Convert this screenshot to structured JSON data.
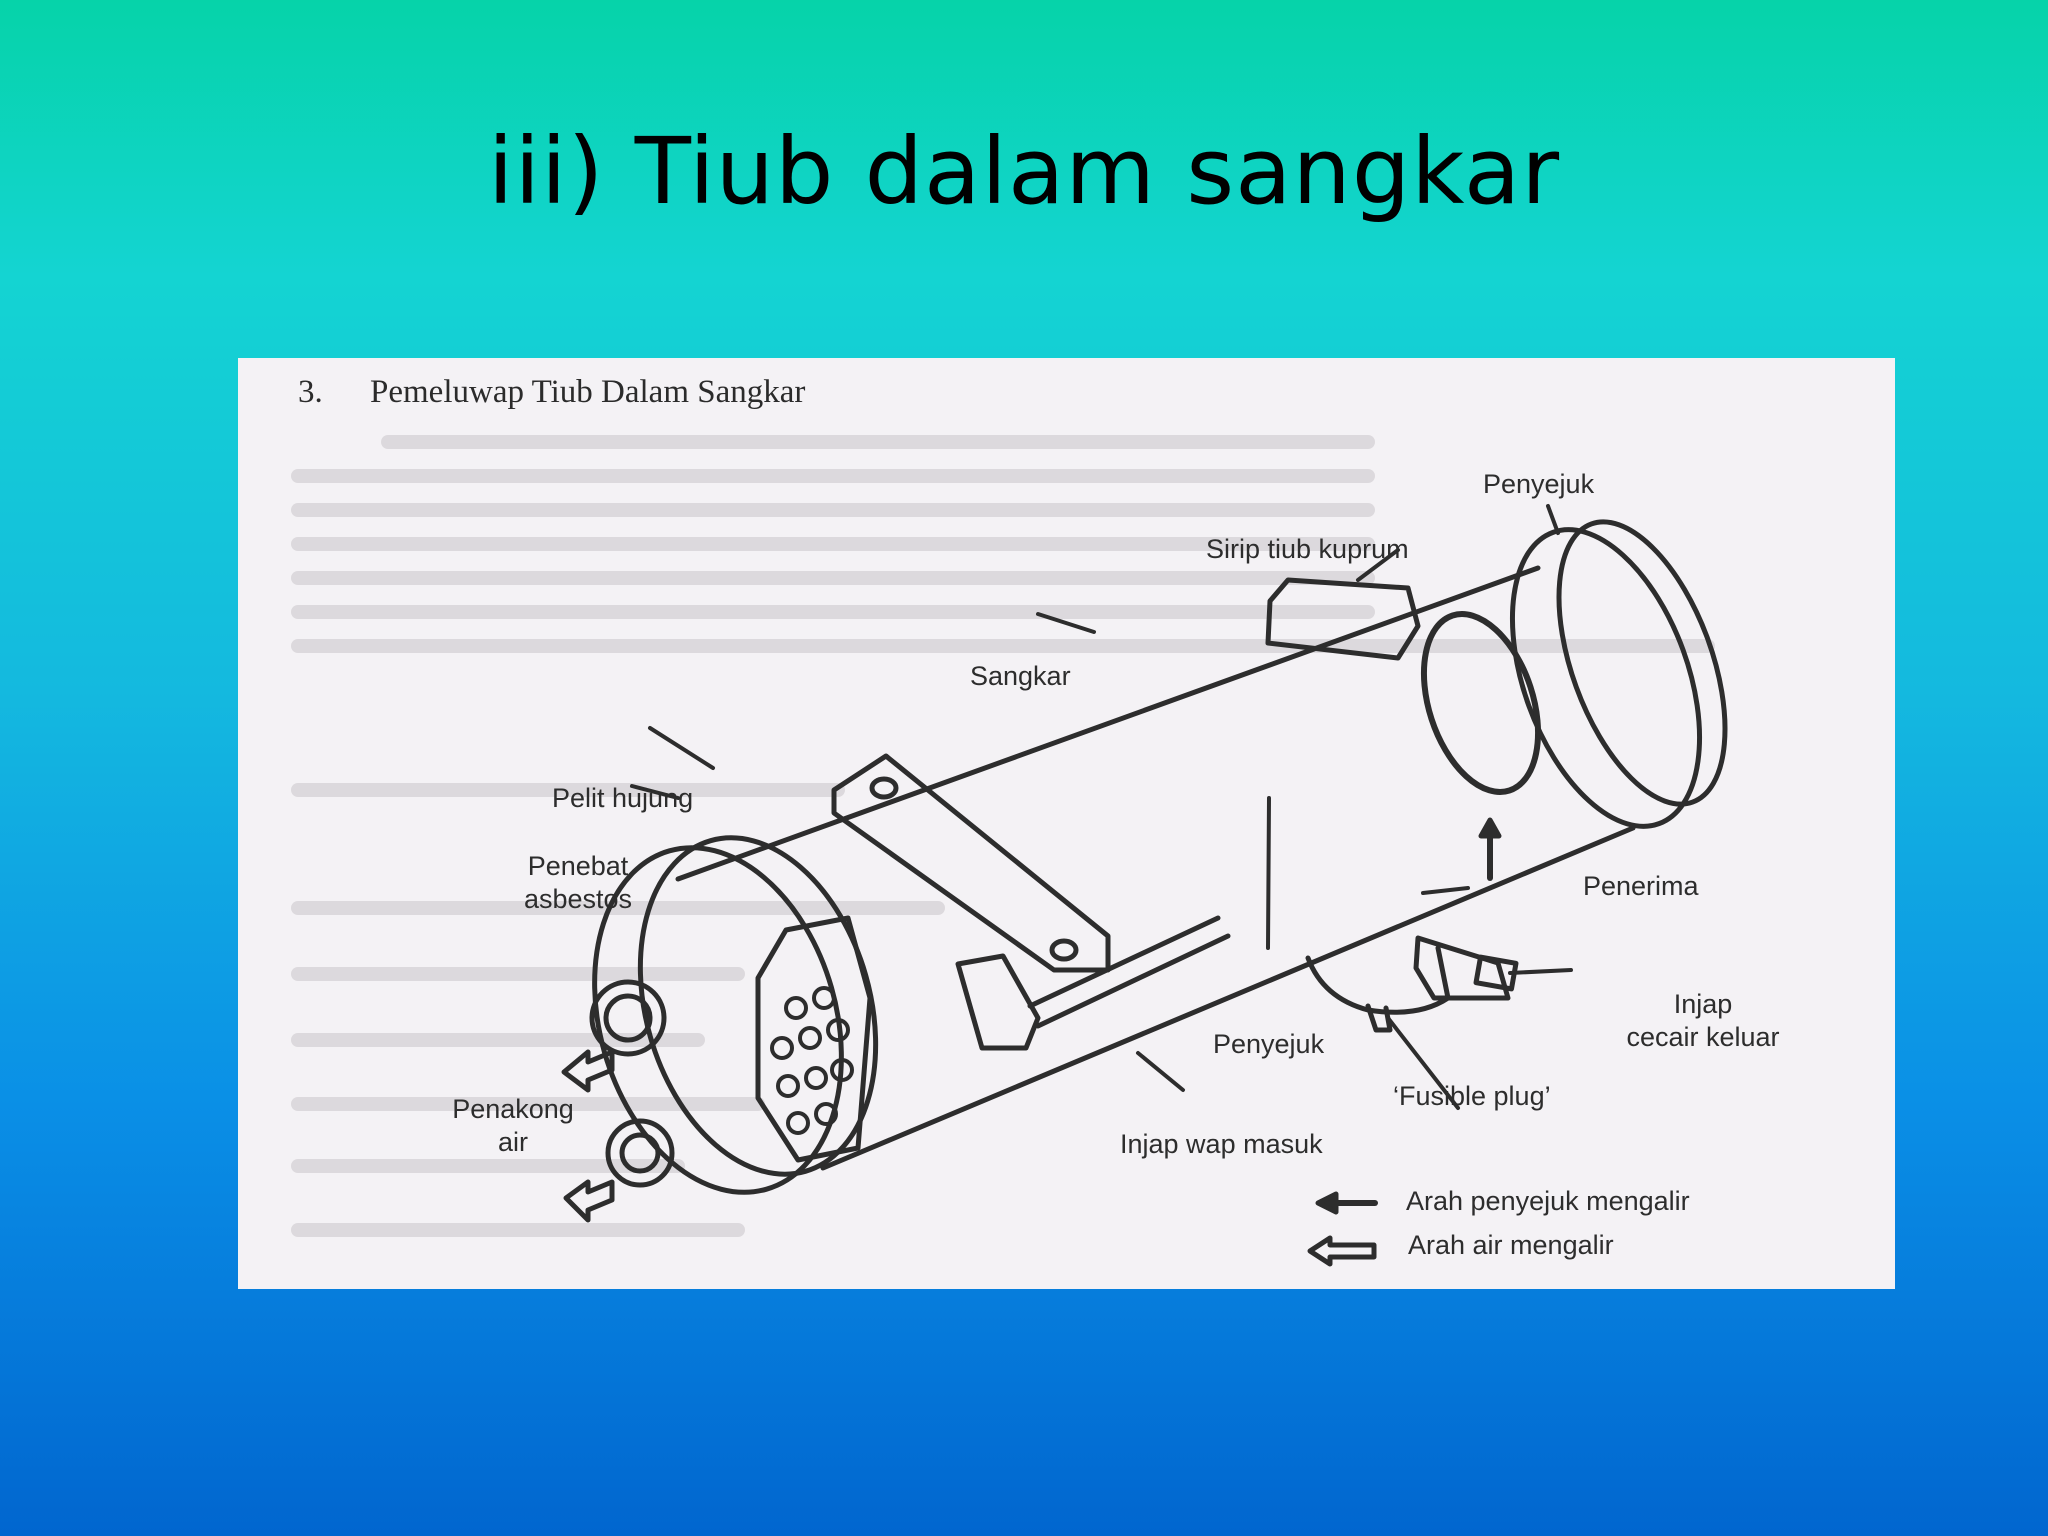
{
  "slide": {
    "title": "iii) Tiub dalam sangkar"
  },
  "figure": {
    "caption_number": "3.",
    "caption": "Pemeluwap Tiub Dalam Sangkar",
    "labels": {
      "penyejuk_top": "Penyejuk",
      "sirip": "Sirip tiub kuprum",
      "sangkar": "Sangkar",
      "pelit": "Pelit hujung",
      "penebat_1": "Penebat",
      "penebat_2": "asbestos",
      "penerima": "Penerima",
      "injap_cecair_1": "Injap",
      "injap_cecair_2": "cecair keluar",
      "penyejuk_bottom": "Penyejuk",
      "fusible": "‘Fusible plug’",
      "penakong_1": "Penakong",
      "penakong_2": "air",
      "injap_wap": "Injap wap masuk"
    },
    "legend": {
      "refrigerant_flow": "Arah penyejuk mengalir",
      "water_flow": "Arah air mengalir"
    }
  },
  "colors": {
    "ink": "#2d2d2d",
    "paper": "#f4f2f5"
  }
}
